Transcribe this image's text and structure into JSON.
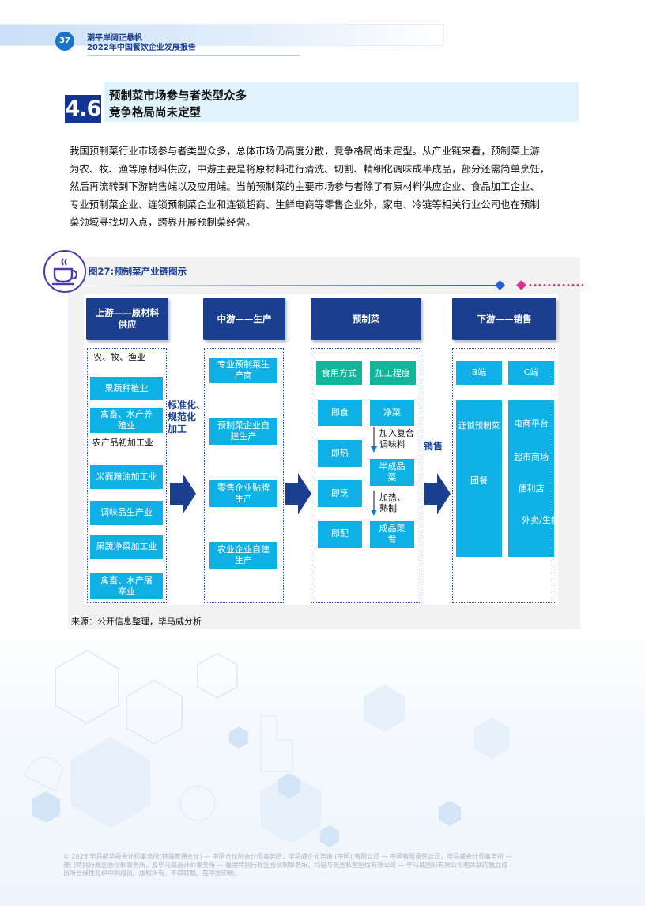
{
  "header": {
    "page_number": "37",
    "title_line1": "潮平岸阔正悬帆",
    "title_line2": "2022年中国餐饮企业发展报告"
  },
  "section": {
    "number": "4.6",
    "title_line1": "预制菜市场参与者类型众多",
    "title_line2": "竞争格局尚未定型"
  },
  "paragraph": [
    "我国预制菜行业市场参与者类型众多，总体市场仍高度分散，竞争格局尚未定型。从产业链来看，预制菜上游",
    "为农、牧、渔等原材料供应，中游主要是将原材料进行清洗、切割、精细化调味成半成品，部分还需简单烹饪，",
    "然后再流转到下游销售端以及应用端。当前预制菜的主要市场参与者除了有原材料供应企业、食品加工企业、",
    "专业预制菜企业、连锁预制菜企业和连锁超商、生鲜电商等零售企业外，家电、冷链等相关行业公司也在预制",
    "菜领域寻找切入点，跨界开展预制菜经营。"
  ],
  "figure": {
    "title": "图27:预制菜产业链图示",
    "icon": "coffee-cup-icon",
    "source": "来源：公开信息整理，毕马威分析"
  },
  "diagram": {
    "upstream": {
      "header": "上游——原材料供应",
      "header_l1": "上游——原材料",
      "header_l2": "供应",
      "label_top": "农、牧、渔业",
      "items_a": [
        "果蔬种植业",
        "禽畜、水产养殖业"
      ],
      "items_a1_l1": "禽畜、水产养",
      "items_a1_l2": "殖业",
      "label_mid": "农产品初加工业",
      "items_b": [
        "米面粮油加工业",
        "调味品生产业",
        "果蔬净菜加工业",
        "禽畜、水产屠宰业"
      ],
      "items_b3_l1": "禽畜、水产屠",
      "items_b3_l2": "宰业"
    },
    "arrow1_label_l1": "标准化、",
    "arrow1_label_l2": "规范化",
    "arrow1_label_l3": "加工",
    "midstream": {
      "header": "中游——生产",
      "items": [
        {
          "l1": "专业预制菜生",
          "l2": "产商"
        },
        {
          "l1": "预制菜企业自",
          "l2": "建生产"
        },
        {
          "l1": "零售企业贴牌",
          "l2": "生产"
        },
        {
          "l1": "农业企业自建",
          "l2": "生产"
        }
      ]
    },
    "product": {
      "header": "预制菜",
      "col1_header": "食用方式",
      "col2_header": "加工程度",
      "col1_items": [
        "即食",
        "即热",
        "即烹",
        "即配"
      ],
      "col2_items": [
        {
          "l1": "净菜",
          "l2": ""
        },
        {
          "l1": "半成品",
          "l2": "菜"
        },
        {
          "l1": "成品菜",
          "l2": "肴"
        }
      ],
      "step1_l1": "加入复合",
      "step1_l2": "调味料",
      "step2_l1": "加热、",
      "step2_l2": "熟制"
    },
    "arrow3_label": "销售",
    "downstream": {
      "header": "下游——销售",
      "b_header": "B端",
      "c_header": "C端",
      "b_items": [
        "连锁预制菜",
        "团餐"
      ],
      "c_items": [
        "电商平台",
        "超市商场",
        "便利店",
        "外卖/生鲜"
      ]
    }
  },
  "footer": {
    "line1": "© 2023 毕马威华振会计师事务所(特殊普通合伙) — 中国合伙制会计师事务所，毕马威企业咨询 (中国) 有限公司 — 中国有限责任公司，毕马威会计师事务所 —",
    "line2": "澳门特别行政区合伙制事务所，及毕马威会计师事务所 — 香港特别行政区合伙制事务所，均是与英国私营担保有限公司 — 毕马威国际有限公司相关联的独立成",
    "line3": "员所全球性组织中的成员。版权所有，不得转载。在中国印刷。"
  },
  "colors": {
    "navy": "#1a3f8f",
    "cyan": "#0fb0e6",
    "teal": "#13b59a",
    "accent_pink": "#e22d8f"
  }
}
